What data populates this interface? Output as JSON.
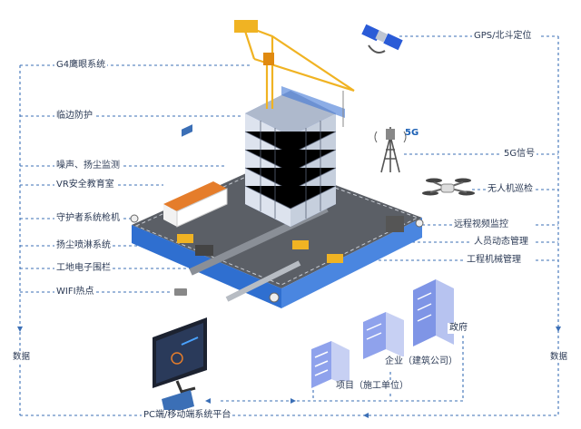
{
  "left_labels": [
    {
      "key": "g4",
      "text": "G4鹰眼系统"
    },
    {
      "key": "edge",
      "text": "临边防护"
    },
    {
      "key": "noise",
      "text": "噪声、扬尘监测"
    },
    {
      "key": "vr",
      "text": "VR安全教育室"
    },
    {
      "key": "guard",
      "text": "守护者系统枪机"
    },
    {
      "key": "spray",
      "text": "扬尘喷淋系统"
    },
    {
      "key": "fence",
      "text": "工地电子围栏"
    },
    {
      "key": "wifi",
      "text": "WIFI热点"
    }
  ],
  "right_labels": [
    {
      "key": "gps",
      "text": "GPS/北斗定位"
    },
    {
      "key": "sig5g",
      "text": "5G信号"
    },
    {
      "key": "drone",
      "text": "无人机巡检"
    },
    {
      "key": "remote",
      "text": "远程视频监控"
    },
    {
      "key": "people",
      "text": "人员动态管理"
    },
    {
      "key": "machine",
      "text": "工程机械管理"
    }
  ],
  "tower_badge": "5G",
  "side_labels": {
    "left": "数据",
    "right": "数据"
  },
  "bottom_label": "PC端/移动端系统平台",
  "stakeholders": {
    "gov": "政府",
    "enterprise": "企业（建筑公司）",
    "project": "项目（施工单位）"
  },
  "colors": {
    "line": "#3b6fb6",
    "platform_top": "#5b5f66",
    "platform_side": "#2f6fd0",
    "building_blue": "#8aa6e8",
    "crane": "#f0b323"
  }
}
